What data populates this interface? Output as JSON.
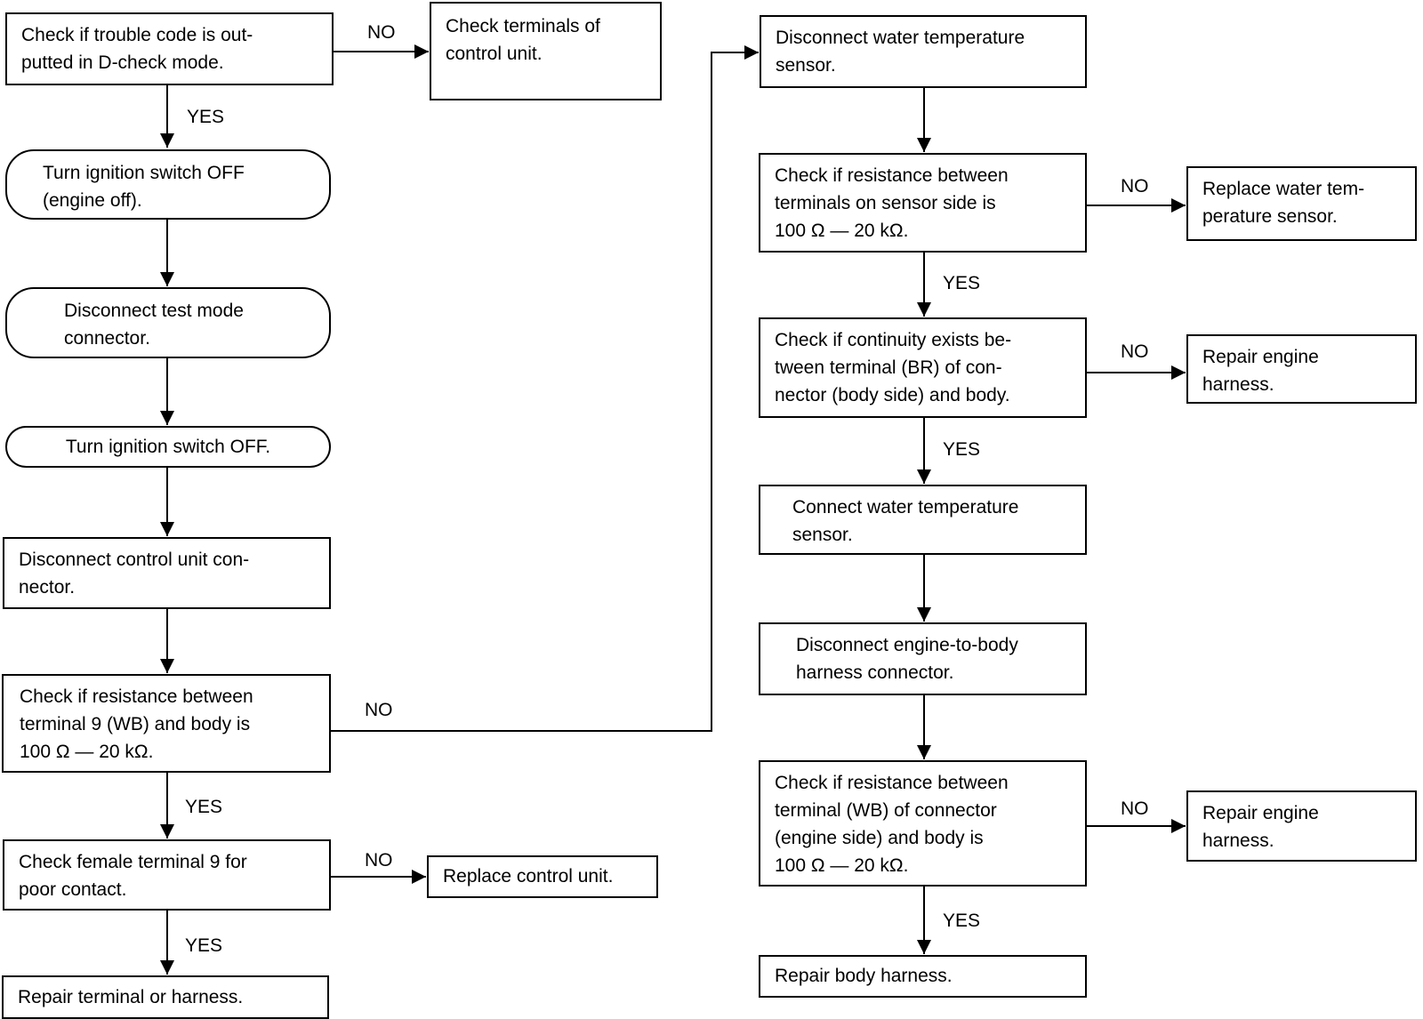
{
  "colors": {
    "line": "#000000",
    "background": "#ffffff"
  },
  "labels": {
    "yes": "YES",
    "no": "NO"
  },
  "nodes": {
    "check_trouble_code": "Check if trouble code is out-\nputted in D-check mode.",
    "check_terminals_control_unit": "Check terminals of\ncontrol unit.",
    "turn_ignition_off_engine": "Turn ignition switch OFF\n(engine off).",
    "disconnect_test_mode": "Disconnect test mode\nconnector.",
    "turn_ignition_off": "Turn ignition switch OFF.",
    "disconnect_control_unit": "Disconnect control unit con-\nnector.",
    "check_resistance_terminal9": "Check if resistance between\nterminal 9 (WB) and body is\n100 Ω — 20 kΩ.",
    "check_female_terminal9": "Check female terminal 9 for\npoor contact.",
    "replace_control_unit": "Replace control unit.",
    "repair_terminal_harness": "Repair terminal or harness.",
    "disconnect_water_temp": "Disconnect water temperature\nsensor.",
    "check_resistance_sensor": "Check if resistance between\nterminals on sensor side is\n100 Ω — 20 kΩ.",
    "replace_water_temp": "Replace water tem-\nperature sensor.",
    "check_continuity_br": "Check if continuity exists be-\ntween terminal (BR) of con-\nnector (body side) and body.",
    "repair_engine_harness_1": "Repair engine\nharness.",
    "connect_water_temp": "Connect water temperature\nsensor.",
    "disconnect_engine_body": "Disconnect engine-to-body\nharness connector.",
    "check_resistance_wb": "Check if resistance between\nterminal (WB) of connector\n(engine side) and body is\n100 Ω — 20 kΩ.",
    "repair_engine_harness_2": "Repair engine\nharness.",
    "repair_body_harness": "Repair body harness."
  }
}
